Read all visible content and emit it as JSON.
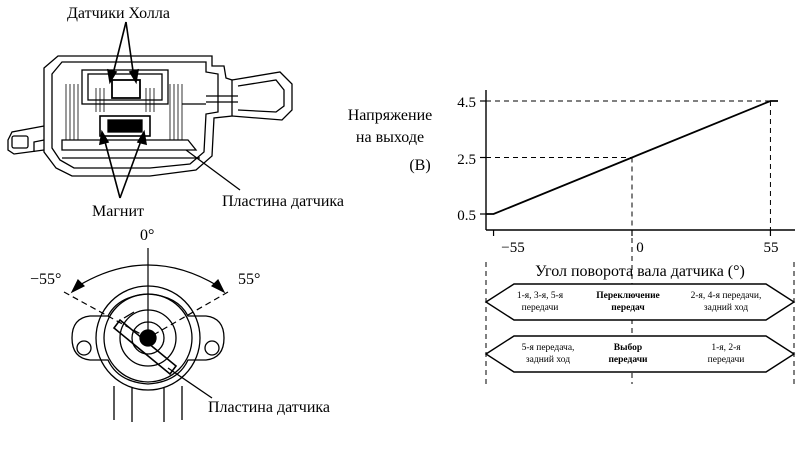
{
  "sensor": {
    "hall_label": "Датчики Холла",
    "magnet_label": "Магнит",
    "plate_label_top": "Пластина датчика",
    "plate_label_bottom": "Пластина датчика",
    "angle_zero": "0°",
    "angle_neg": "−55°",
    "angle_pos": "55°"
  },
  "chart_data": {
    "type": "line",
    "ylabel_lines": [
      "Напряжение",
      "на выходе",
      "(В)"
    ],
    "xlabel": "Угол поворота вала датчика (°)",
    "x_ticks": [
      "−55",
      "0",
      "55"
    ],
    "y_ticks": [
      "4.5",
      "2.5",
      "0.5"
    ],
    "x": [
      -58,
      -55,
      55,
      58
    ],
    "y": [
      0.5,
      0.5,
      4.5,
      4.5
    ],
    "xlim": [
      -58,
      58
    ],
    "ylim": [
      0.5,
      4.5
    ],
    "grid": false
  },
  "bands": {
    "upper": {
      "left": [
        "1-я, 3-я, 5-я",
        "передачи"
      ],
      "center": [
        "Переключение",
        "передач"
      ],
      "right": [
        "2-я, 4-я передачи,",
        "задний ход"
      ]
    },
    "lower": {
      "left": [
        "5-я передача,",
        "задний ход"
      ],
      "center": [
        "Выбор",
        "передачи"
      ],
      "right": [
        "1-я, 2-я",
        "передачи"
      ]
    }
  }
}
